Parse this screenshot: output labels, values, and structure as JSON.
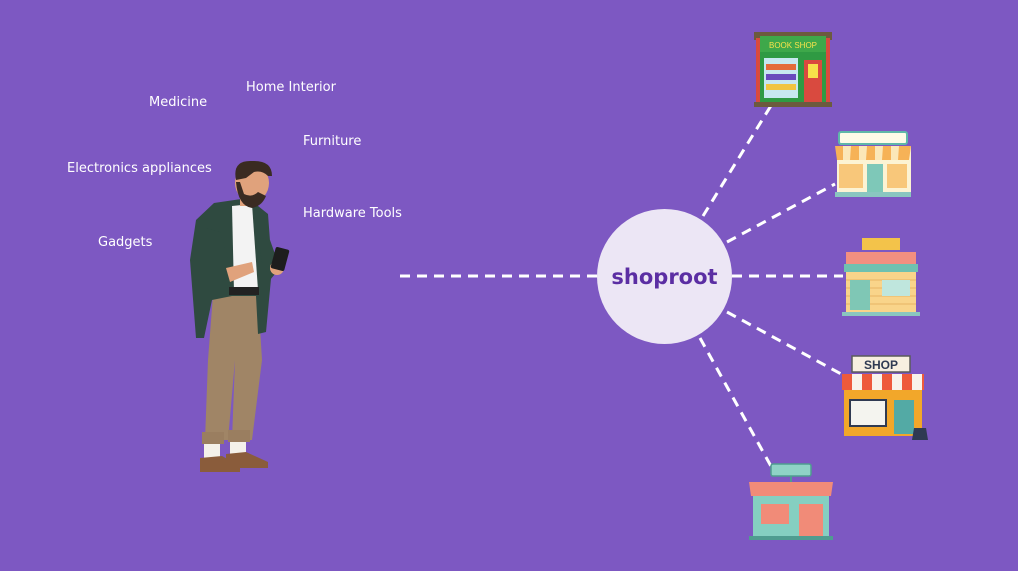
{
  "categories": {
    "home_interior": "Home Interior",
    "medicine": "Medicine",
    "furniture": "Furniture",
    "electronics": "Electronics appliances",
    "hardware": "Hardware Tools",
    "gadgets": "Gadgets"
  },
  "hub": {
    "label": "shoproot"
  },
  "shops": {
    "book_shop_sign": "BOOK SHOP",
    "shop_sign": "SHOP"
  },
  "colors": {
    "background": "#7d58c2",
    "hub_fill": "#ece6f5",
    "hub_text": "#5b2ea3",
    "dash": "#ffffff"
  },
  "icons": [
    "person-with-phone-illustration",
    "book-shop-icon",
    "storefront-icon"
  ]
}
